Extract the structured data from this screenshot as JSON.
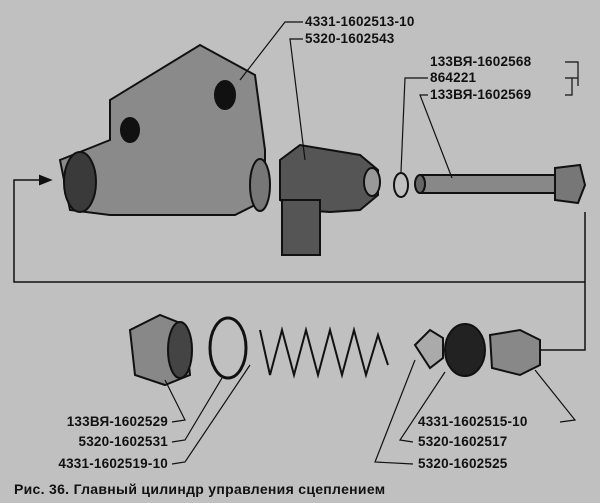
{
  "labels": {
    "housing": "4331-1602513-10",
    "boot": "5320-1602543",
    "rod_nut": "133ВЯ-1602568",
    "ring": "864221",
    "rod": "133ВЯ-1602569",
    "plug": "133ВЯ-1602529",
    "gasket": "5320-1602531",
    "spring": "4331-1602519-10",
    "piston": "4331-1602515-10",
    "cuff": "5320-1602517",
    "valve": "5320-1602525"
  },
  "caption": {
    "prefix": "Рис. 36.",
    "title": "Главный цилиндр управления сцеплением"
  },
  "colors": {
    "background": "#c0c0c0",
    "ink": "#111111"
  }
}
